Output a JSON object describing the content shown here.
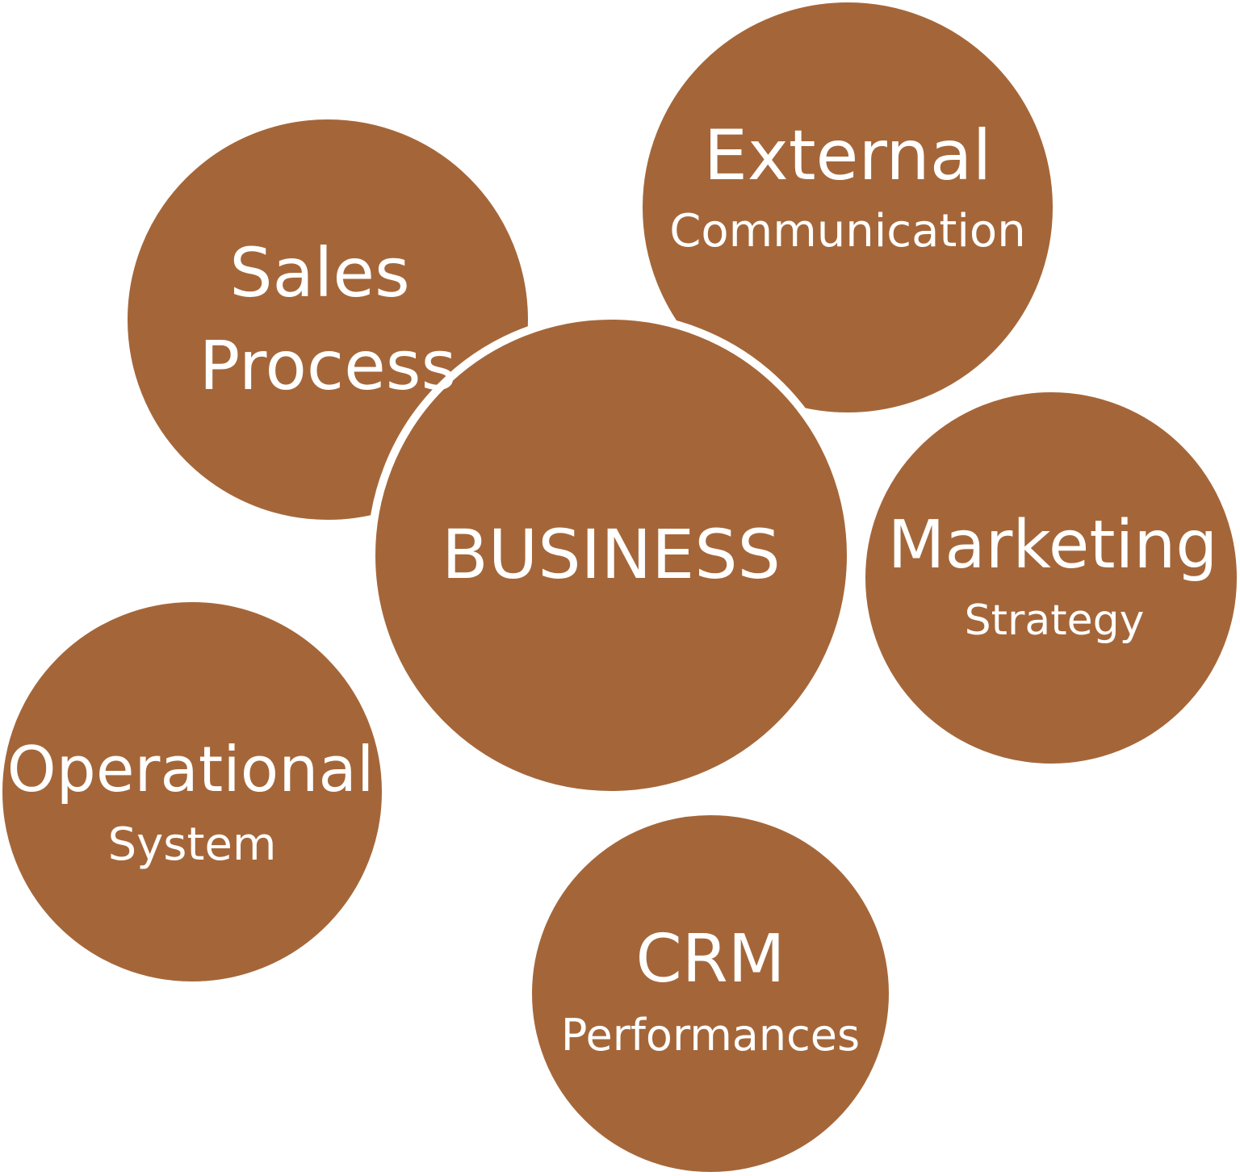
{
  "colors": {
    "bubble_fill": "#a46639",
    "text": "#ffffff",
    "background": "#ffffff"
  },
  "center": {
    "label": "BUSINESS"
  },
  "nodes": [
    {
      "id": "sales-process",
      "line1": "Sales",
      "line2": "Process"
    },
    {
      "id": "external-communication",
      "line1": "External",
      "line2": "Communication"
    },
    {
      "id": "marketing-strategy",
      "line1": "Marketing",
      "line2": "Strategy"
    },
    {
      "id": "operational-system",
      "line1": "Operational",
      "line2": "System"
    },
    {
      "id": "crm-performances",
      "line1": "CRM",
      "line2": "Performances"
    }
  ]
}
